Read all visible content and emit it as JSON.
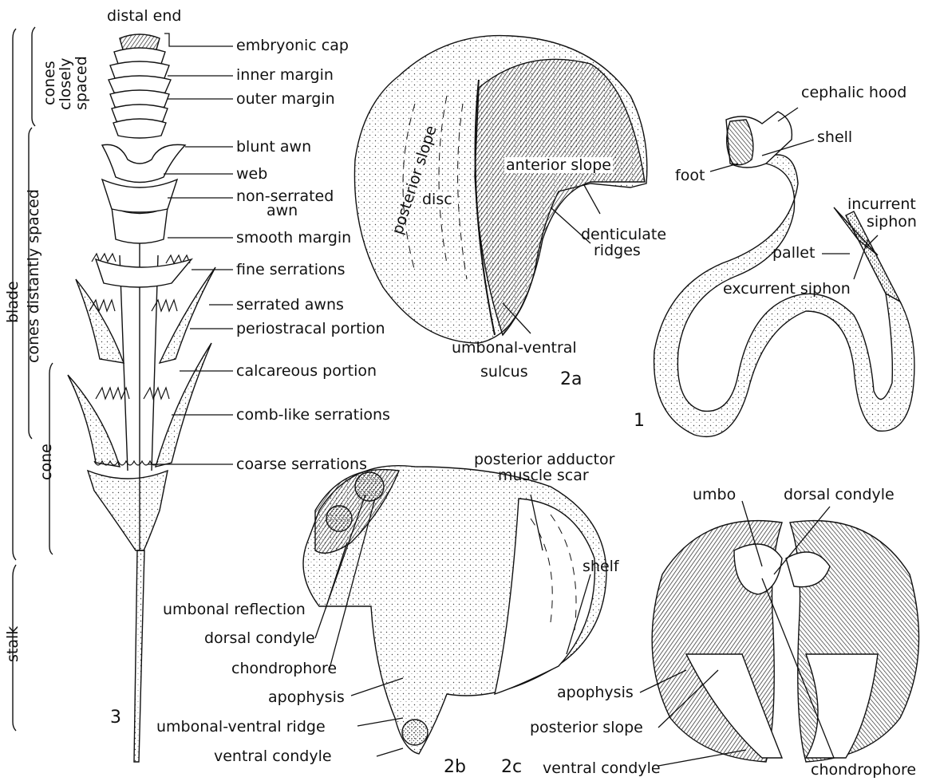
{
  "fig3": {
    "title_top": "distal end",
    "number": "3",
    "labels": [
      "embryonic cap",
      "inner margin",
      "outer margin",
      "blunt awn",
      "web",
      "non-serrated",
      "awn",
      "smooth margin",
      "fine serrations",
      "serrated awns",
      "periostracal portion",
      "calcareous portion",
      "comb-like serrations",
      "coarse serrations"
    ],
    "side_labels": {
      "cones_closely": "cones",
      "closely": "closely",
      "spaced": "spaced",
      "cones_distantly_spaced": "cones distantly spaced",
      "blade": "blade",
      "cone": "cone",
      "stalk": "stalk"
    }
  },
  "fig2a": {
    "number": "2a",
    "labels": {
      "posterior_slope": "posterior slope",
      "anterior_slope": "anterior slope",
      "disc": "disc",
      "denticulate": "denticulate",
      "ridges": "ridges",
      "umbonal_ventral": "umbonal-ventral",
      "sulcus": "sulcus"
    }
  },
  "fig1": {
    "number": "1",
    "labels": {
      "cephalic_hood": "cephalic hood",
      "shell": "shell",
      "foot": "foot",
      "incurrent": "incurrent",
      "siphon": "siphon",
      "pallet": "pallet",
      "excurrent_siphon": "excurrent siphon"
    }
  },
  "fig2b": {
    "number": "2b",
    "labels": {
      "posterior_adductor": "posterior adductor",
      "muscle_scar": "muscle scar",
      "shelf": "shelf",
      "umbonal_reflection": "umbonal reflection",
      "dorsal_condyle": "dorsal condyle",
      "chondrophore": "chondrophore",
      "apophysis": "apophysis",
      "umbonal_ventral_ridge": "umbonal-ventral ridge",
      "ventral_condyle": "ventral condyle"
    }
  },
  "fig2c": {
    "number": "2c",
    "labels": {
      "umbo": "umbo",
      "dorsal_condyle": "dorsal condyle",
      "apophysis": "apophysis",
      "posterior_slope": "posterior slope",
      "ventral_condyle": "ventral condyle",
      "chondrophore": "chondrophore"
    }
  }
}
